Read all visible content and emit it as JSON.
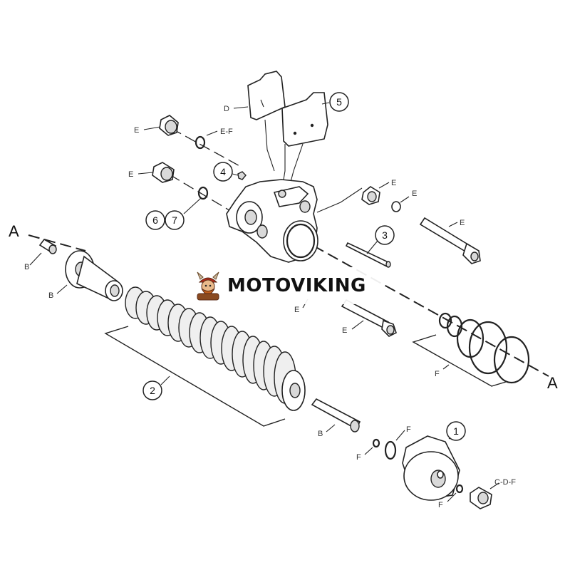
{
  "watermark": {
    "brand": "MOTOVIKING",
    "logo_icon": "viking-mascot-icon"
  },
  "callouts": {
    "n1": "1",
    "n2": "2",
    "n3": "3",
    "n4": "4",
    "n5": "5",
    "n6": "6",
    "n7": "7"
  },
  "labels": {
    "A": "A",
    "B": "B",
    "C_D_F": "C-D-F",
    "D": "D",
    "E": "E",
    "E_F": "E-F",
    "F": "F"
  }
}
